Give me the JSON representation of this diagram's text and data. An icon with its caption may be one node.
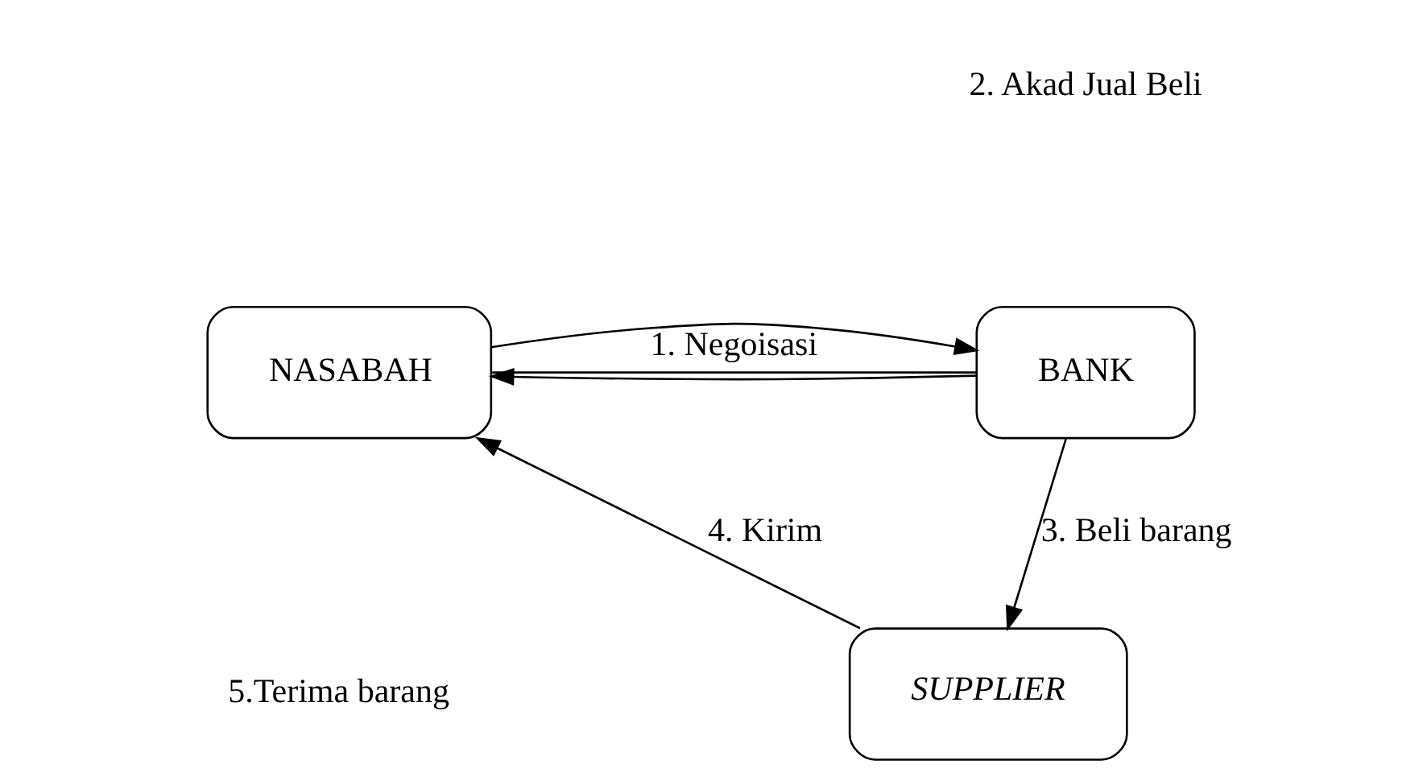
{
  "diagram": {
    "nodes": [
      {
        "text": [
          "BANK"
        ]
      },
      {
        "text": [
          "NASABAH"
        ]
      },
      {
        "text": [
          "SUPPLIER"
        ]
      }
    ],
    "edges": [
      {
        "from": 0,
        "to": 1,
        "arrow": "none",
        "label": "1. Negoisasi"
      },
      {
        "from": 0,
        "to": 1,
        "arrow": "to"
      },
      {
        "from": 1,
        "to": 0,
        "arrow": "to"
      },
      {
        "from": 0,
        "to": 2,
        "arrow": "to",
        "label": "3. Beli barang"
      },
      {
        "from": 2,
        "to": 1,
        "arrow": "to",
        "label": "4. Kirim"
      }
    ],
    "labels": [
      "2. Akad Jual Beli",
      "5.Terima barang"
    ]
  }
}
